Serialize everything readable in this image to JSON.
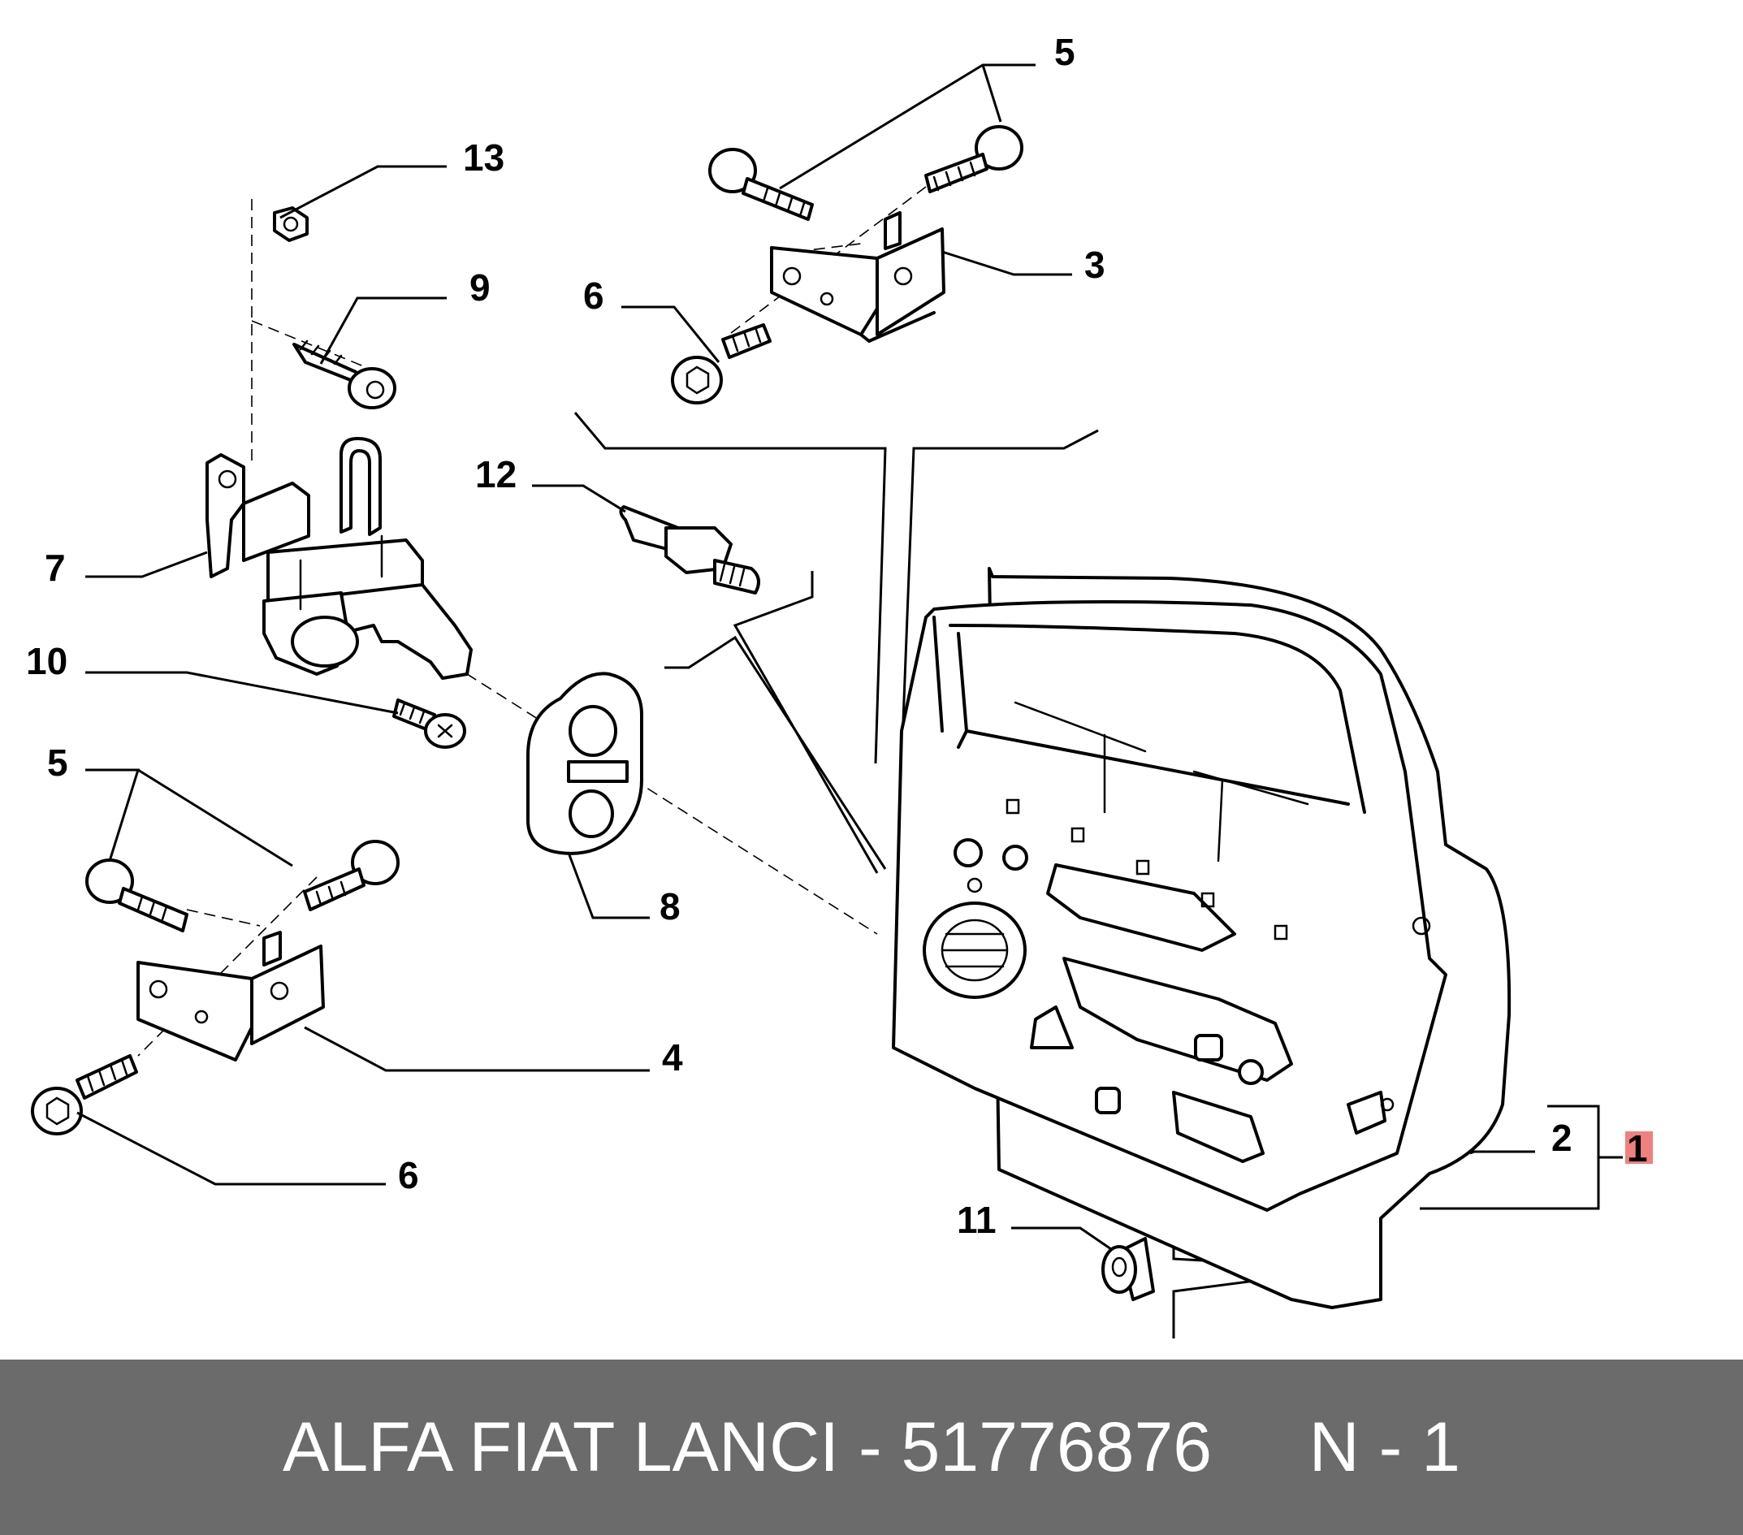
{
  "callouts": {
    "c1": "1",
    "c2": "2",
    "c3": "3",
    "c4": "4",
    "c5_top": "5",
    "c5_left": "5",
    "c6_top": "6",
    "c6_bottom": "6",
    "c7": "7",
    "c8": "8",
    "c9": "9",
    "c10": "10",
    "c11": "11",
    "c12": "12",
    "c13": "13"
  },
  "highlight_color": "#f08080",
  "footer": {
    "text": "ALFA FIAT LANCI - 51776876     N - 1",
    "background": "#6b6b6b",
    "color": "#ffffff"
  }
}
